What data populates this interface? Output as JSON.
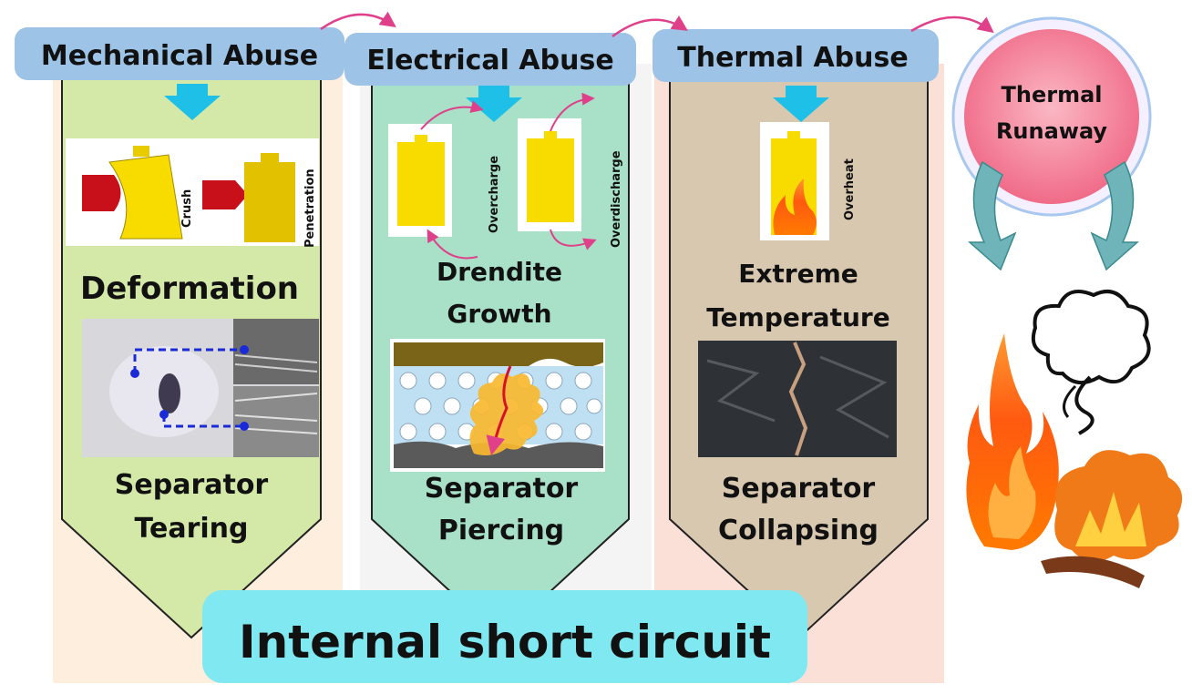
{
  "stages": [
    {
      "header": "Mechanical Abuse",
      "crush_label": "Crush",
      "penetration_label": "Penetration",
      "effect": "Deformation",
      "result_line1": "Separator",
      "result_line2": "Tearing"
    },
    {
      "header": "Electrical Abuse",
      "overcharge_label": "Overcharge",
      "overdischarge_label": "Overdischarge",
      "effect_line1": "Drendite",
      "effect_line2": "Growth",
      "result_line1": "Separator",
      "result_line2": "Piercing"
    },
    {
      "header": "Thermal Abuse",
      "overheat_label": "Overheat",
      "effect_line1": "Extreme",
      "effect_line2": "Temperature",
      "result_line1": "Separator",
      "result_line2": "Collapsing"
    }
  ],
  "outcome": {
    "line1": "Thermal",
    "line2": "Runaway"
  },
  "bottom_banner": "Internal short circuit",
  "colors": {
    "header_blue": "#9dc3e6",
    "arrow_cyan": "#1fc0e8",
    "mechanical_panel": "#d4e8a8",
    "electrical_panel": "#a8e0c8",
    "thermal_panel": "#d8c8b0",
    "banner_cyan": "#80e8f0",
    "battery_yellow": "#f8dc00",
    "runaway_pink": "#f07890",
    "curve_pink": "#e0408a"
  }
}
